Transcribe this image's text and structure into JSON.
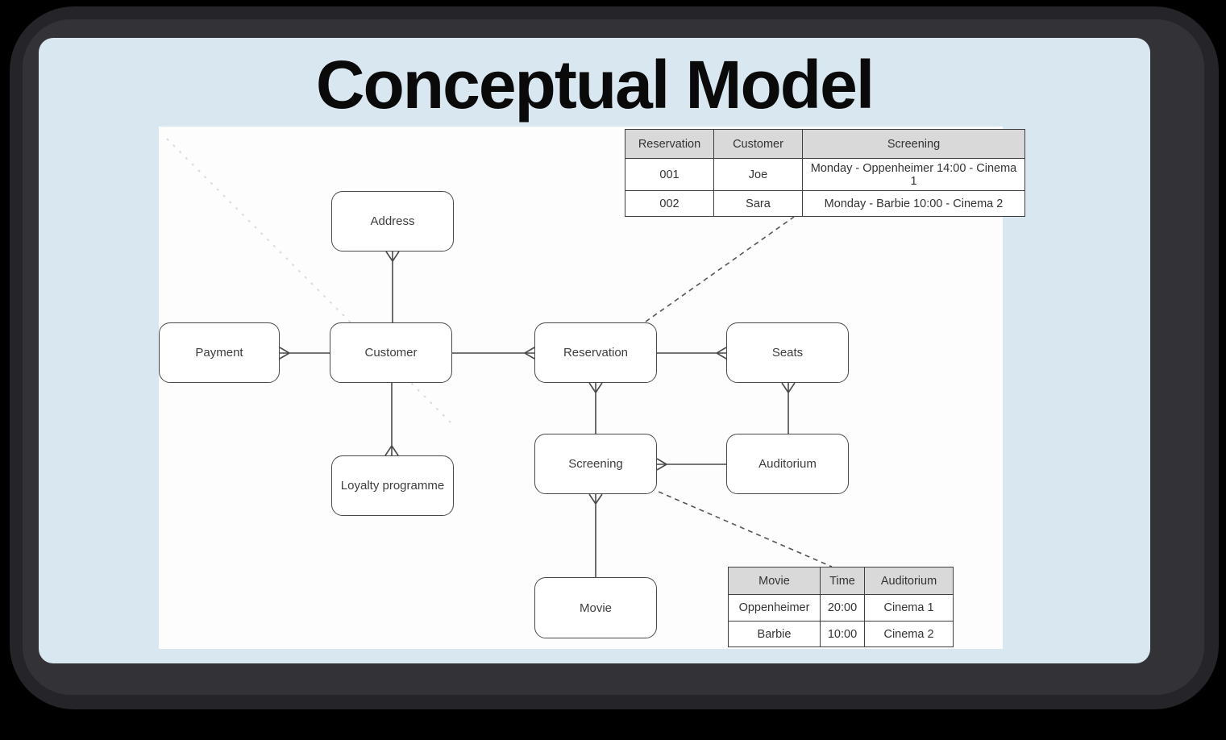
{
  "title": "Conceptual Model",
  "diagram": {
    "nodes": {
      "address": {
        "label": "Address"
      },
      "payment": {
        "label": "Payment"
      },
      "customer": {
        "label": "Customer"
      },
      "reservation": {
        "label": "Reservation"
      },
      "seats": {
        "label": "Seats"
      },
      "screening": {
        "label": "Screening"
      },
      "auditorium": {
        "label": "Auditorium"
      },
      "loyalty_programme": {
        "label": "Loyalty programme"
      },
      "movie": {
        "label": "Movie"
      }
    },
    "relationships": [
      "Address - Customer",
      "Payment - Customer",
      "Customer - Reservation",
      "Reservation - Seats",
      "Customer - Loyalty programme",
      "Reservation - Screening",
      "Seats - Auditorium",
      "Screening - Auditorium",
      "Screening - Movie"
    ]
  },
  "reservation_table": {
    "headers": [
      "Reservation",
      "Customer",
      "Screening"
    ],
    "rows": [
      [
        "001",
        "Joe",
        "Monday - Oppenheimer 14:00 - Cinema 1"
      ],
      [
        "002",
        "Sara",
        "Monday - Barbie 10:00 - Cinema 2"
      ]
    ]
  },
  "screening_table": {
    "headers": [
      "Movie",
      "Time",
      "Auditorium"
    ],
    "rows": [
      [
        "Oppenheimer",
        "20:00",
        "Cinema 1"
      ],
      [
        "Barbie",
        "10:00",
        "Cinema 2"
      ]
    ]
  },
  "colors": {
    "outer_background": "#000000",
    "slide_background": "#d9e7f0",
    "canvas_background": "#fdfdfe",
    "node_border": "#4a4a4a",
    "connector": "#4a4a4a",
    "dashed_connector": "#555555",
    "table_header_background": "#d9d9d9",
    "table_border": "#3f3f3f",
    "title_text": "#0a0a0a",
    "body_text": "#3d3d3d"
  }
}
